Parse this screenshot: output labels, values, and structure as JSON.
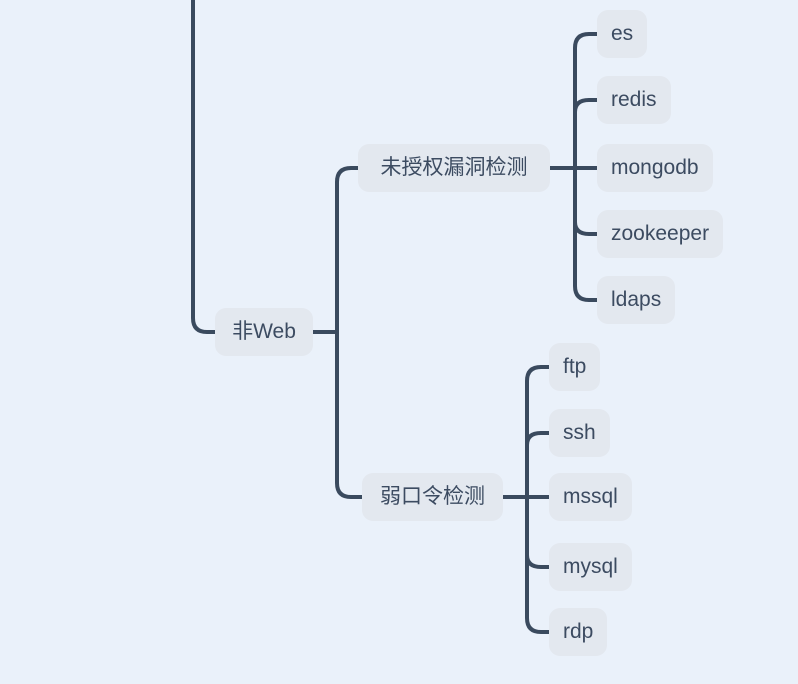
{
  "theme": {
    "canvas_bg": "#eaf1fa",
    "line_color": "#3a4a5e",
    "node_bg": "#e3e8ef",
    "node_text": "#3c4b61"
  },
  "mindmap": {
    "root": {
      "label": "非Web"
    },
    "branches": [
      {
        "label": "未授权漏洞检测",
        "children": [
          {
            "label": "es"
          },
          {
            "label": "redis"
          },
          {
            "label": "mongodb"
          },
          {
            "label": "zookeeper"
          },
          {
            "label": "ldaps"
          }
        ]
      },
      {
        "label": "弱口令检测",
        "children": [
          {
            "label": "ftp"
          },
          {
            "label": "ssh"
          },
          {
            "label": "mssql"
          },
          {
            "label": "mysql"
          },
          {
            "label": "rdp"
          }
        ]
      }
    ]
  }
}
